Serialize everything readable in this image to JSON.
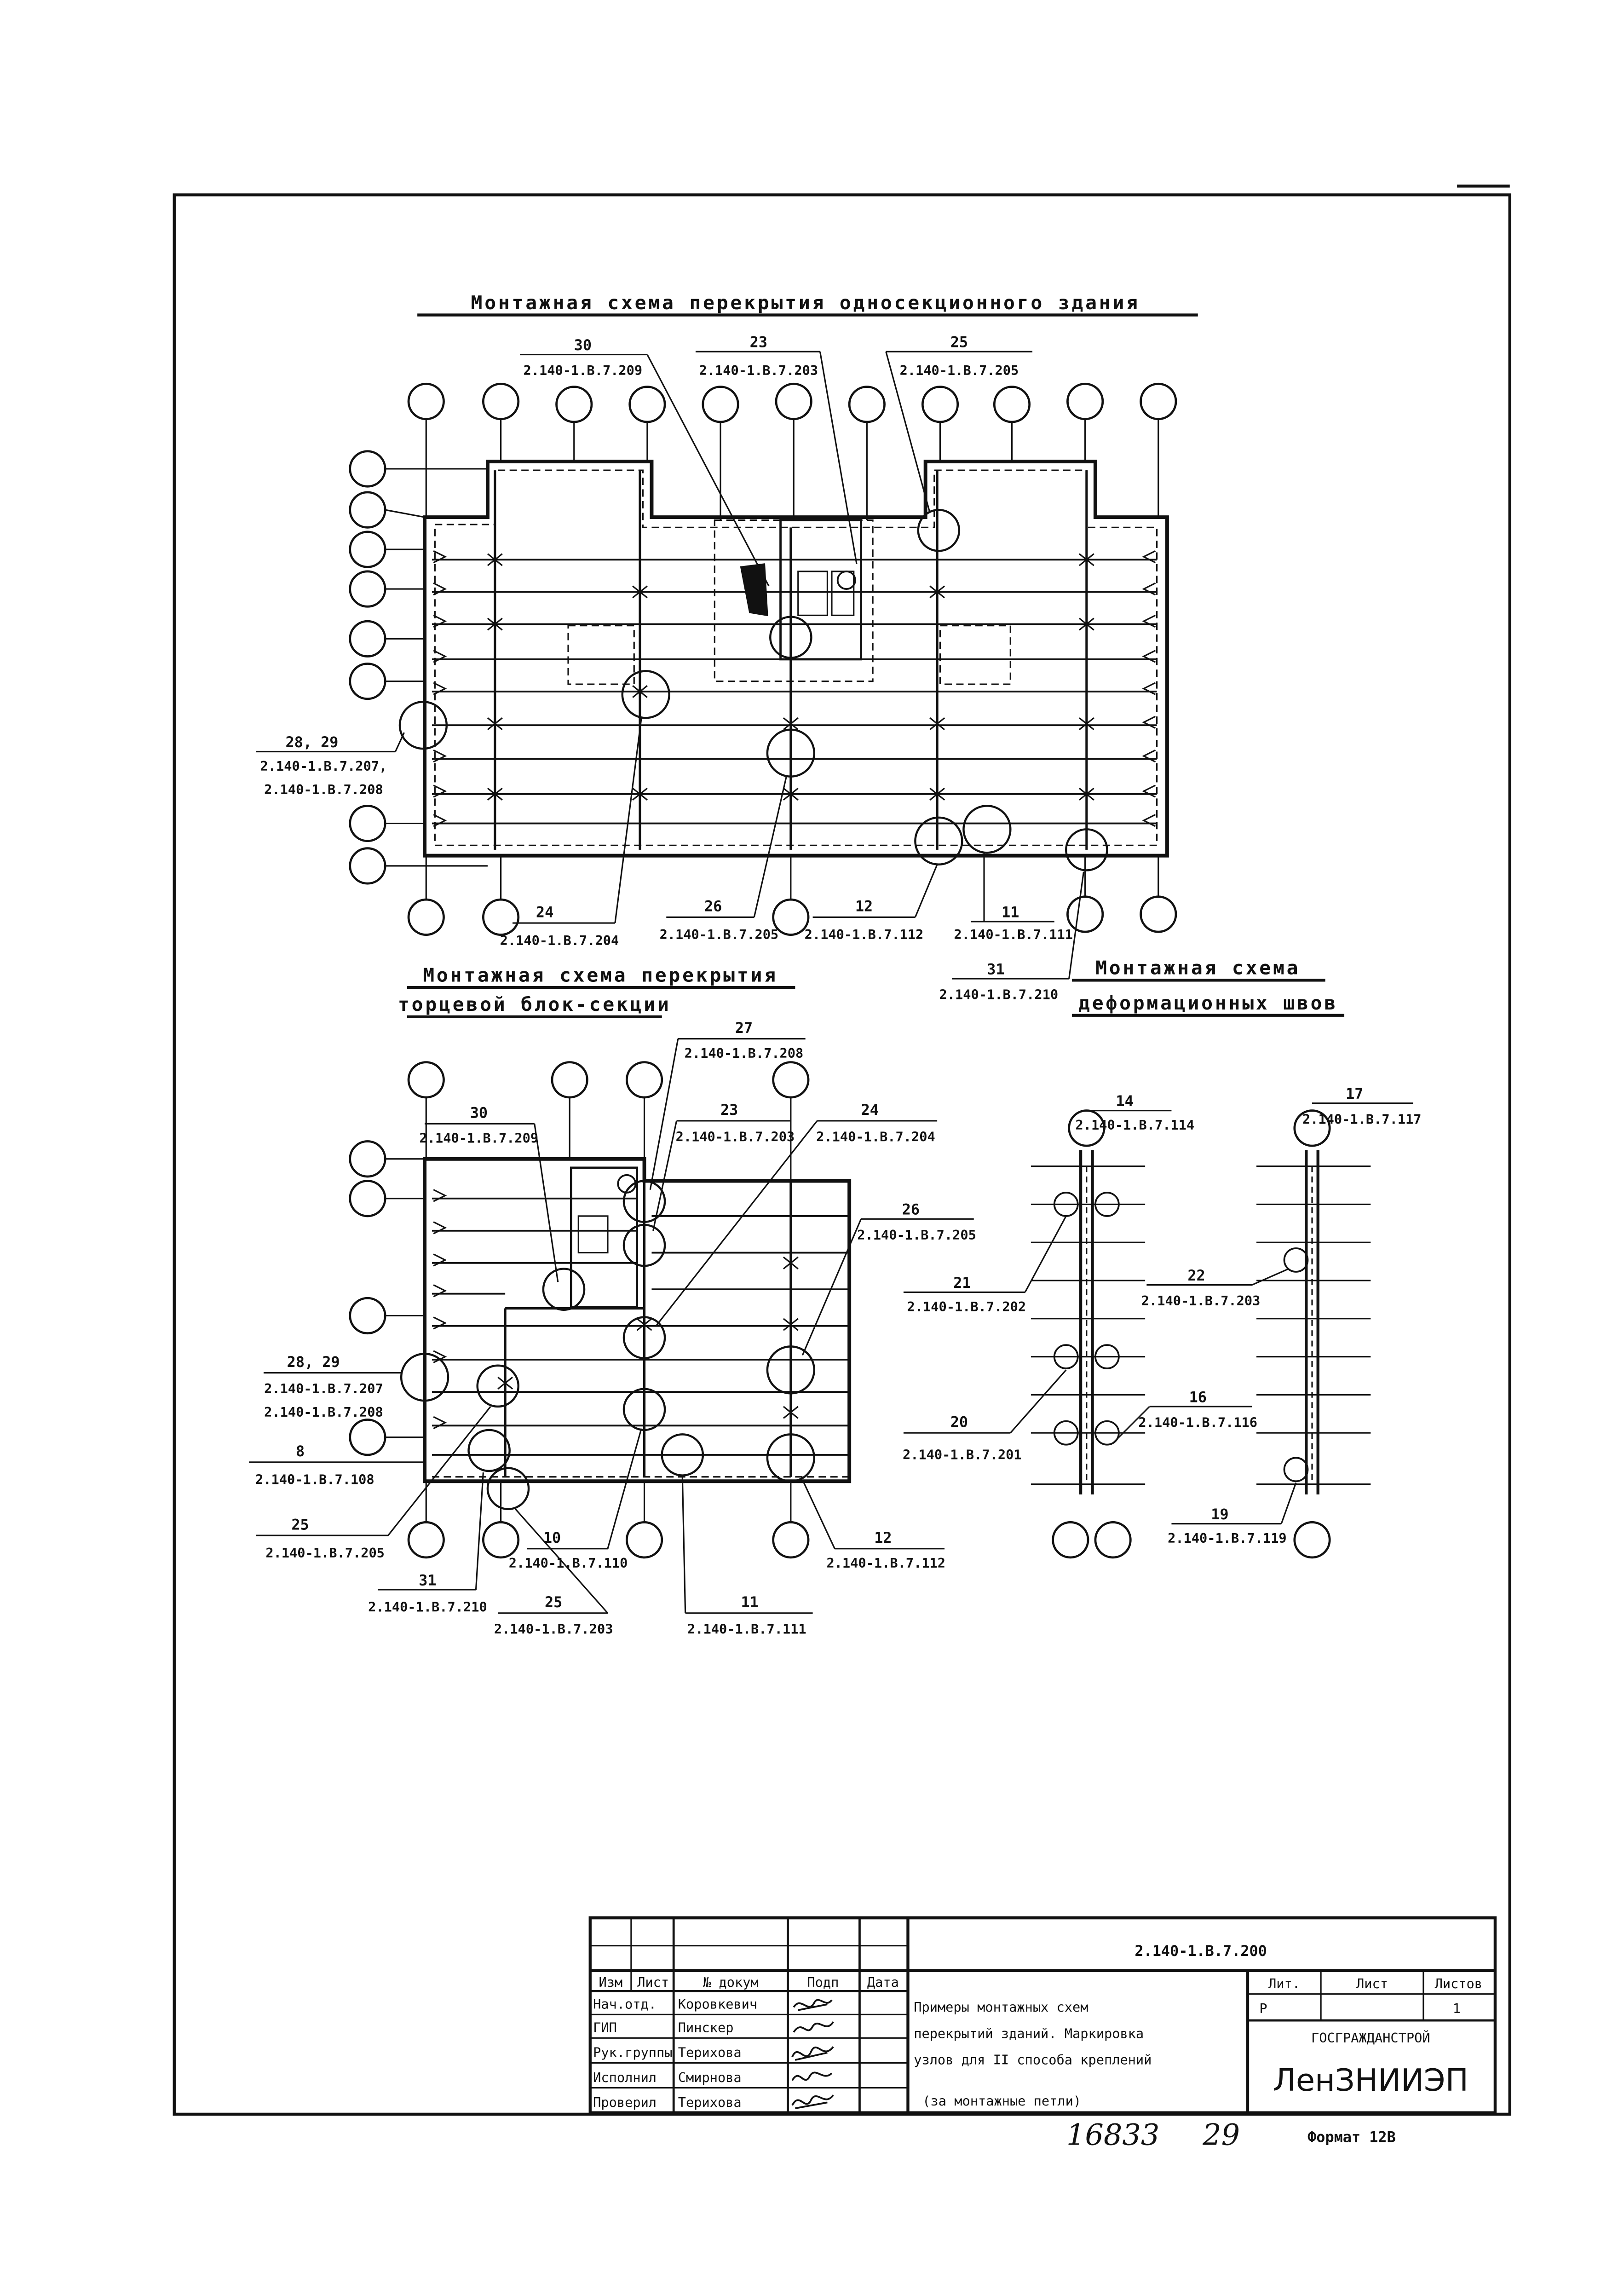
{
  "plan1": {
    "title": "Монтажная схема перекрытия односекционного здания",
    "callouts": [
      {
        "num": "30",
        "ref": "2.140-1.В.7.209"
      },
      {
        "num": "23",
        "ref": "2.140-1.В.7.203"
      },
      {
        "num": "25",
        "ref": "2.140-1.В.7.205"
      },
      {
        "num": "28, 29",
        "ref": "2.140-1.В.7.207,",
        "ref2": "2.140-1.В.7.208"
      },
      {
        "num": "24",
        "ref": "2.140-1.В.7.204"
      },
      {
        "num": "26",
        "ref": "2.140-1.В.7.205"
      },
      {
        "num": "12",
        "ref": "2.140-1.В.7.112"
      },
      {
        "num": "11",
        "ref": "2.140-1.В.7.111"
      },
      {
        "num": "31",
        "ref": "2.140-1.В.7.210"
      }
    ]
  },
  "plan2": {
    "title_line1": "Монтажная схема перекрытия",
    "title_line2": "торцевой блок-секции",
    "callouts": [
      {
        "num": "30",
        "ref": "2.140-1.В.7.209"
      },
      {
        "num": "27",
        "ref": "2.140-1.В.7.208"
      },
      {
        "num": "23",
        "ref": "2.140-1.В.7.203"
      },
      {
        "num": "24",
        "ref": "2.140-1.В.7.204"
      },
      {
        "num": "26",
        "ref": "2.140-1.В.7.205"
      },
      {
        "num": "28, 29",
        "ref": "2.140-1.В.7.207",
        "ref2": "2.140-1.В.7.208"
      },
      {
        "num": "8",
        "ref": "2.140-1.В.7.108"
      },
      {
        "num": "25",
        "ref": "2.140-1.В.7.205"
      },
      {
        "num": "10",
        "ref": "2.140-1.В.7.110"
      },
      {
        "num": "31",
        "ref": "2.140-1.В.7.210"
      },
      {
        "num": "25",
        "ref": "2.140-1.В.7.203"
      },
      {
        "num": "11",
        "ref": "2.140-1.В.7.111"
      },
      {
        "num": "12",
        "ref": "2.140-1.В.7.112"
      }
    ]
  },
  "joints": {
    "title_line1": "Монтажная схема",
    "title_line2": "деформационных швов",
    "callouts": [
      {
        "num": "14",
        "ref": "2.140-1.В.7.114"
      },
      {
        "num": "17",
        "ref": "2.140-1.В.7.117"
      },
      {
        "num": "21",
        "ref": "2.140-1.В.7.202"
      },
      {
        "num": "22",
        "ref": "2.140-1.В.7.203"
      },
      {
        "num": "20",
        "ref": "2.140-1.В.7.201"
      },
      {
        "num": "16",
        "ref": "2.140-1.В.7.116"
      },
      {
        "num": "19",
        "ref": "2.140-1.В.7.119"
      }
    ]
  },
  "title_block": {
    "doc_code": "2.140-1.В.7.200",
    "headers": [
      "Изм",
      "Лист",
      "№ докум",
      "Подп",
      "Дата"
    ],
    "roles": [
      {
        "role": "Нач.отд.",
        "name": "Коровкевич"
      },
      {
        "role": "ГИП",
        "name": "Пинскер"
      },
      {
        "role": "Рук.группы",
        "name": "Терихова"
      },
      {
        "role": "Исполнил",
        "name": "Смирнова"
      },
      {
        "role": "Проверил",
        "name": "Терихова"
      }
    ],
    "description": [
      "Примеры монтажных схем",
      "перекрытий зданий. Маркировка",
      "узлов для II способа креплений",
      "(за монтажные петли)"
    ],
    "stage_label": "Лит.",
    "sheet_label": "Лист",
    "sheets_label": "Листов",
    "stage_value": "Р",
    "sheets_value": "1",
    "org_line1": "ГОСГРАЖДАНСТРОЙ",
    "org_line2": "ЛенЗНИИЭП"
  },
  "footer": {
    "inventory": "16833",
    "page": "29",
    "format": "Формат 12В"
  }
}
